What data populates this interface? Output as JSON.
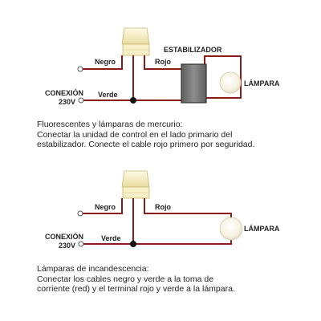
{
  "diagram1": {
    "negro": "Negro",
    "rojo": "Rojo",
    "verde": "Verde",
    "conexion_line1": "CONEXIÓN",
    "conexion_line2": "230V",
    "estabilizador": "ESTABILIZADOR",
    "lampara": "LÁMPARA",
    "caption": [
      "Fluorescentes y lámparas de mercurio:",
      "Conectar la unidad de control en el lado primario del",
      "estabilizador. Conecte el cable rojo primero por seguridad."
    ]
  },
  "diagram2": {
    "negro": "Negro",
    "rojo": "Rojo",
    "verde": "Verde",
    "conexion_line1": "CONEXIÓN",
    "conexion_line2": "230V",
    "lampara": "LÁMPARA",
    "caption": [
      "Lámparas de incandescencia:",
      "Conectar los cables negro y verde a la toma de",
      "corriente (red) y el terminal rojo y verde a la lámpara."
    ]
  },
  "colors": {
    "wire": "#8b1a1a",
    "sensor_body": "#f5e9b8",
    "stabilizer_fill": "#7a7a7a",
    "lamp_glow": "#f3f0dc"
  }
}
